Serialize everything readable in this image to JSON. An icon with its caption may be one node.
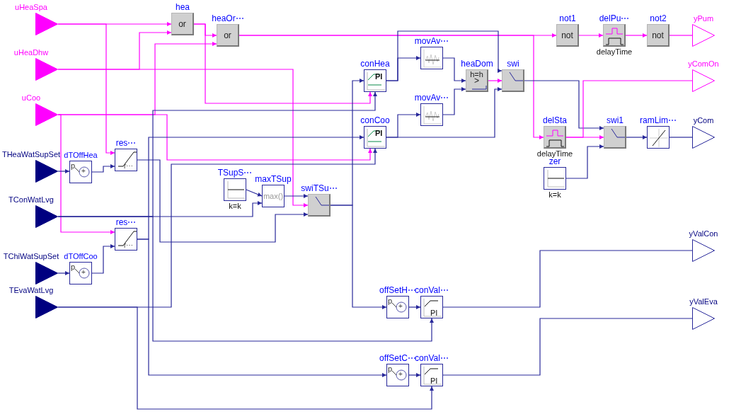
{
  "diagram": {
    "nodes": [
      {
        "text": [
          "uHeaSpa"
        ]
      },
      {
        "text": [
          "uHeaDhw"
        ]
      },
      {
        "text": [
          "uCoo"
        ]
      },
      {
        "text": [
          "THeaWatSupSet"
        ]
      },
      {
        "text": [
          "TConWatLvg"
        ]
      },
      {
        "text": [
          "TChiWatSupSet"
        ]
      },
      {
        "text": [
          "TEvaWatLvg"
        ]
      },
      {
        "text": [
          "dTOffHea",
          "p",
          "+"
        ]
      },
      {
        "text": [
          "res⋯",
          "r⋯"
        ]
      },
      {
        "text": [
          "res⋯",
          "r⋯"
        ]
      },
      {
        "text": [
          "dTOffCoo",
          "p",
          "+"
        ]
      },
      {
        "text": [
          "hea",
          "or"
        ]
      },
      {
        "text": [
          "heaOr⋯",
          "or"
        ]
      },
      {
        "text": [
          "TSupS⋯",
          "k=k"
        ]
      },
      {
        "text": [
          "maxTSup",
          "max()"
        ]
      },
      {
        "text": [
          "swiTSu⋯"
        ]
      },
      {
        "text": [
          "conHea",
          "PI"
        ]
      },
      {
        "text": [
          "conCoo",
          "PI"
        ]
      },
      {
        "text": [
          "movAv⋯"
        ]
      },
      {
        "text": [
          "movAv⋯"
        ]
      },
      {
        "text": [
          "heaDom",
          "h=h",
          ">"
        ]
      },
      {
        "text": [
          "swi"
        ]
      },
      {
        "text": [
          "not1",
          "not"
        ]
      },
      {
        "text": [
          "delPu⋯",
          "delayTime"
        ]
      },
      {
        "text": [
          "not2",
          "not"
        ]
      },
      {
        "text": [
          "delSta",
          "delayTime"
        ]
      },
      {
        "text": [
          "zer",
          "k=k"
        ]
      },
      {
        "text": [
          "swi1"
        ]
      },
      {
        "text": [
          "ramLim⋯"
        ]
      },
      {
        "text": [
          "offSetH⋯",
          "p",
          "+"
        ]
      },
      {
        "text": [
          "conVal⋯",
          "PI"
        ]
      },
      {
        "text": [
          "offSetC⋯",
          "p",
          "+"
        ]
      },
      {
        "text": [
          "conVal⋯",
          "PI"
        ]
      },
      {
        "text": [
          "yPum"
        ]
      },
      {
        "text": [
          "yComOn"
        ]
      },
      {
        "text": [
          "yCom"
        ]
      },
      {
        "text": [
          "yValCon"
        ]
      },
      {
        "text": [
          "yValEva"
        ]
      }
    ],
    "edges": [
      {
        "from": 0,
        "to": 11,
        "arrow": "to",
        "color": "#ff00ff"
      },
      {
        "from": 0,
        "to": 8,
        "arrow": "to",
        "color": "#ff00ff"
      },
      {
        "from": 1,
        "to": 11,
        "arrow": "to",
        "color": "#ff00ff"
      },
      {
        "from": 1,
        "to": 15,
        "arrow": "to",
        "color": "#ff00ff"
      },
      {
        "from": 2,
        "to": 12,
        "arrow": "to",
        "color": "#ff00ff"
      },
      {
        "from": 2,
        "to": 9,
        "arrow": "to",
        "color": "#ff00ff"
      },
      {
        "from": 2,
        "to": 17,
        "arrow": "to",
        "color": "#ff00ff"
      },
      {
        "from": 11,
        "to": 12,
        "arrow": "to",
        "color": "#ff00ff"
      },
      {
        "from": 11,
        "to": 16,
        "arrow": "to",
        "color": "#ff00ff"
      },
      {
        "from": 12,
        "to": 22,
        "arrow": "to",
        "color": "#ff00ff"
      },
      {
        "from": 12,
        "to": 25,
        "arrow": "to",
        "color": "#ff00ff"
      },
      {
        "from": 22,
        "to": 23,
        "arrow": "to",
        "color": "#ff00ff"
      },
      {
        "from": 23,
        "to": 24,
        "arrow": "to",
        "color": "#ff00ff"
      },
      {
        "from": 24,
        "to": 33,
        "arrow": "none",
        "color": "#ff00ff"
      },
      {
        "from": 3,
        "to": 7,
        "arrow": "to"
      },
      {
        "from": 7,
        "to": 8,
        "arrow": "to"
      },
      {
        "from": 10,
        "to": 9,
        "arrow": "to"
      },
      {
        "from": 5,
        "to": 10,
        "arrow": "to"
      },
      {
        "from": 8,
        "to": 15,
        "arrow": "to"
      },
      {
        "from": 13,
        "to": 14,
        "arrow": "to"
      },
      {
        "from": 4,
        "to": 14,
        "arrow": "to"
      },
      {
        "from": 14,
        "to": 15,
        "arrow": "to"
      },
      {
        "from": 15,
        "to": 16,
        "arrow": "to"
      },
      {
        "from": 15,
        "to": 29,
        "arrow": "to"
      },
      {
        "from": 9,
        "to": 17,
        "arrow": "to"
      },
      {
        "from": 9,
        "to": 31,
        "arrow": "to"
      },
      {
        "from": 4,
        "to": 16,
        "arrow": "to"
      },
      {
        "from": 6,
        "to": 17,
        "arrow": "to"
      },
      {
        "from": 4,
        "to": 30,
        "arrow": "to"
      },
      {
        "from": 6,
        "to": 32,
        "arrow": "to"
      },
      {
        "from": 16,
        "to": 18,
        "arrow": "to"
      },
      {
        "from": 16,
        "to": 21,
        "arrow": "to"
      },
      {
        "from": 17,
        "to": 19,
        "arrow": "to"
      },
      {
        "from": 17,
        "to": 21,
        "arrow": "to"
      },
      {
        "from": 18,
        "to": 20,
        "arrow": "to"
      },
      {
        "from": 19,
        "to": 20,
        "arrow": "to"
      },
      {
        "from": 20,
        "to": 21,
        "arrow": "to",
        "color": "#ff00ff"
      },
      {
        "from": 21,
        "to": 27,
        "arrow": "to"
      },
      {
        "from": 25,
        "to": 27,
        "arrow": "to",
        "color": "#ff00ff"
      },
      {
        "from": 25,
        "to": 34,
        "arrow": "none",
        "color": "#ff00ff"
      },
      {
        "from": 26,
        "to": 27,
        "arrow": "to"
      },
      {
        "from": 27,
        "to": 28,
        "arrow": "to"
      },
      {
        "from": 28,
        "to": 35,
        "arrow": "none"
      },
      {
        "from": 29,
        "to": 30,
        "arrow": "to"
      },
      {
        "from": 30,
        "to": 36,
        "arrow": "none"
      },
      {
        "from": 31,
        "to": 32,
        "arrow": "to"
      },
      {
        "from": 32,
        "to": 37,
        "arrow": "none"
      }
    ]
  }
}
